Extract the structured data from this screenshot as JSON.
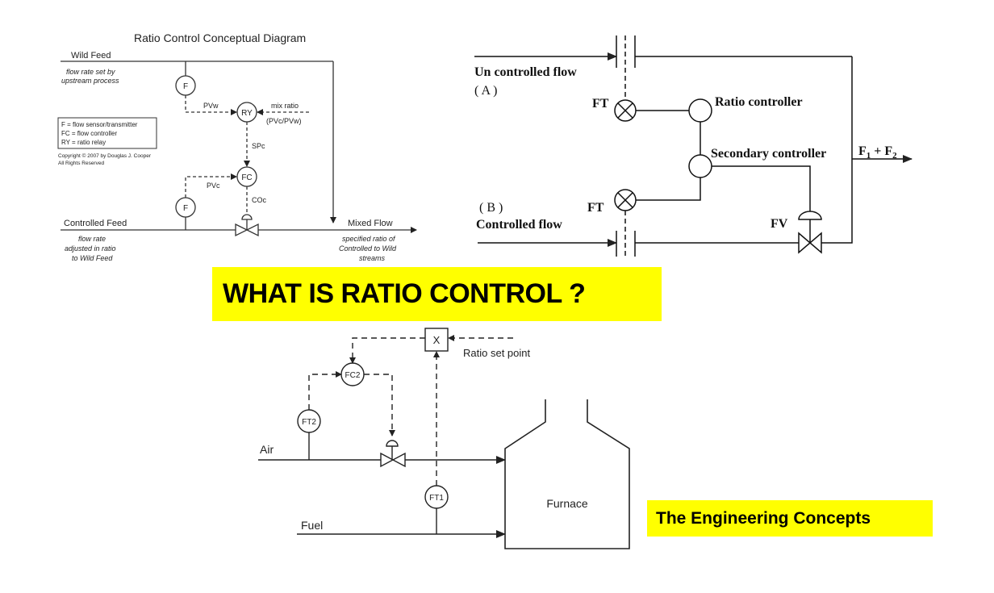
{
  "banner": {
    "title": "WHAT IS RATIO CONTROL ?"
  },
  "brand": {
    "label": "The Engineering Concepts"
  },
  "diagram1": {
    "title": "Ratio Control Conceptual Diagram",
    "wild_feed": "Wild Feed",
    "wild_note_1": "flow rate set by",
    "wild_note_2": "upstream process",
    "controlled_feed": "Controlled Feed",
    "controlled_note_1": "flow rate",
    "controlled_note_2": "adjusted in ratio",
    "controlled_note_3": "to Wild Feed",
    "mixed_flow": "Mixed Flow",
    "mixed_note_1": "specified ratio of",
    "mixed_note_2": "Controlled to Wild",
    "mixed_note_3": "streams",
    "f_label": "F",
    "ry_label": "RY",
    "fc_label": "FC",
    "pvw": "PVw",
    "pvc": "PVc",
    "spc": "SPc",
    "coc": "COc",
    "mix_ratio_1": "mix ratio",
    "mix_ratio_2": "(PVc/PVw)",
    "legend_1": "F = flow sensor/transmitter",
    "legend_2": "FC = flow controller",
    "legend_3": "RY = ratio relay",
    "copyright_1": "Copyright © 2007 by Douglas J. Cooper",
    "copyright_2": "All Rights Reserved"
  },
  "diagram2": {
    "uncontrolled_flow": "Un controlled flow",
    "label_a": "( A )",
    "ft_top": "FT",
    "ratio_controller": "Ratio controller",
    "secondary_controller": "Secondary controller",
    "output": "F",
    "output_sub1": "1",
    "output_plus": " + F",
    "output_sub2": "2",
    "label_b": "( B )",
    "ft_bottom": "FT",
    "controlled_flow": "Controlled flow",
    "fv": "FV"
  },
  "diagram3": {
    "multiplier": "X",
    "ratio_set_point": "Ratio set point",
    "fc2": "FC2",
    "ft2": "FT2",
    "air": "Air",
    "ft1": "FT1",
    "fuel": "Fuel",
    "furnace": "Furnace"
  }
}
